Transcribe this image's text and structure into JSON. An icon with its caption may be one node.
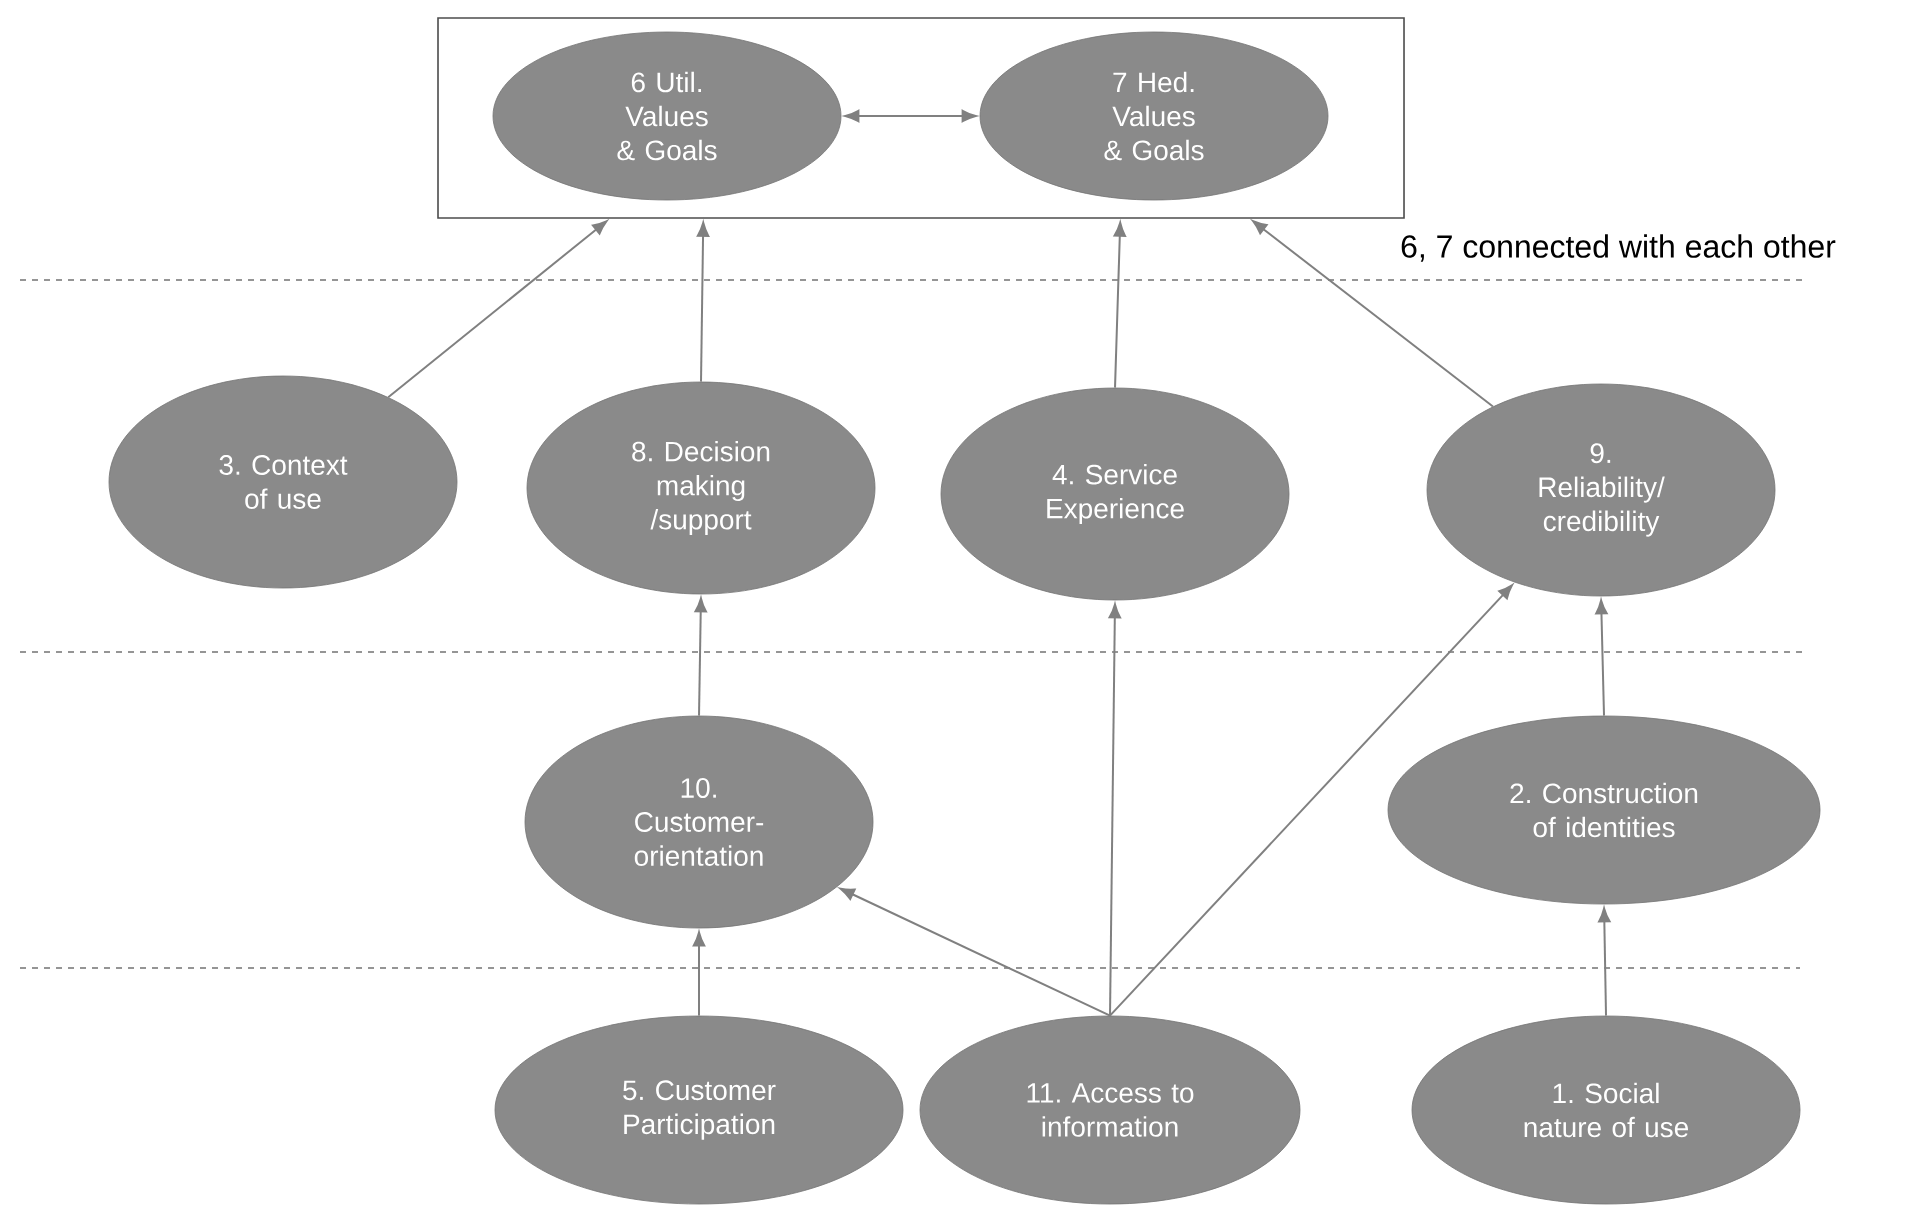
{
  "diagram": {
    "nodes": [
      {
        "text": [],
        "shape": "box"
      },
      {
        "text": [
          "6 Util. Values & Goals"
        ],
        "in": 0
      },
      {
        "text": [
          "7 Hed. Values & Goals"
        ],
        "in": 0
      },
      {
        "text": [
          "3. Context of use"
        ]
      },
      {
        "text": [
          "8. Decision making /support"
        ]
      },
      {
        "text": [
          "4. Service Experience"
        ]
      },
      {
        "text": [
          "9. Reliability/ credibility"
        ]
      },
      {
        "text": [
          "10. Customer-orientation"
        ]
      },
      {
        "text": [
          "2. Construction of identities"
        ]
      },
      {
        "text": [
          "5. Customer Participation"
        ]
      },
      {
        "text": [
          "11. Access to information"
        ]
      },
      {
        "text": [
          "1. Social nature of use"
        ]
      }
    ],
    "edges": [
      {
        "from": 1,
        "to": 2,
        "arrow": "both"
      },
      {
        "from": 3,
        "to": 0,
        "arrow": "to"
      },
      {
        "from": 4,
        "to": 0,
        "arrow": "to"
      },
      {
        "from": 5,
        "to": 0,
        "arrow": "to"
      },
      {
        "from": 6,
        "to": 0,
        "arrow": "to"
      },
      {
        "from": 7,
        "to": 4,
        "arrow": "to"
      },
      {
        "from": 8,
        "to": 6,
        "arrow": "to"
      },
      {
        "from": 9,
        "to": 7,
        "arrow": "to"
      },
      {
        "from": 10,
        "to": 7,
        "arrow": "to"
      },
      {
        "from": 10,
        "to": 5,
        "arrow": "to"
      },
      {
        "from": 10,
        "to": 6,
        "arrow": "to"
      },
      {
        "from": 11,
        "to": 8,
        "arrow": "to"
      }
    ],
    "labels": [
      "6, 7 connected with each other"
    ]
  }
}
